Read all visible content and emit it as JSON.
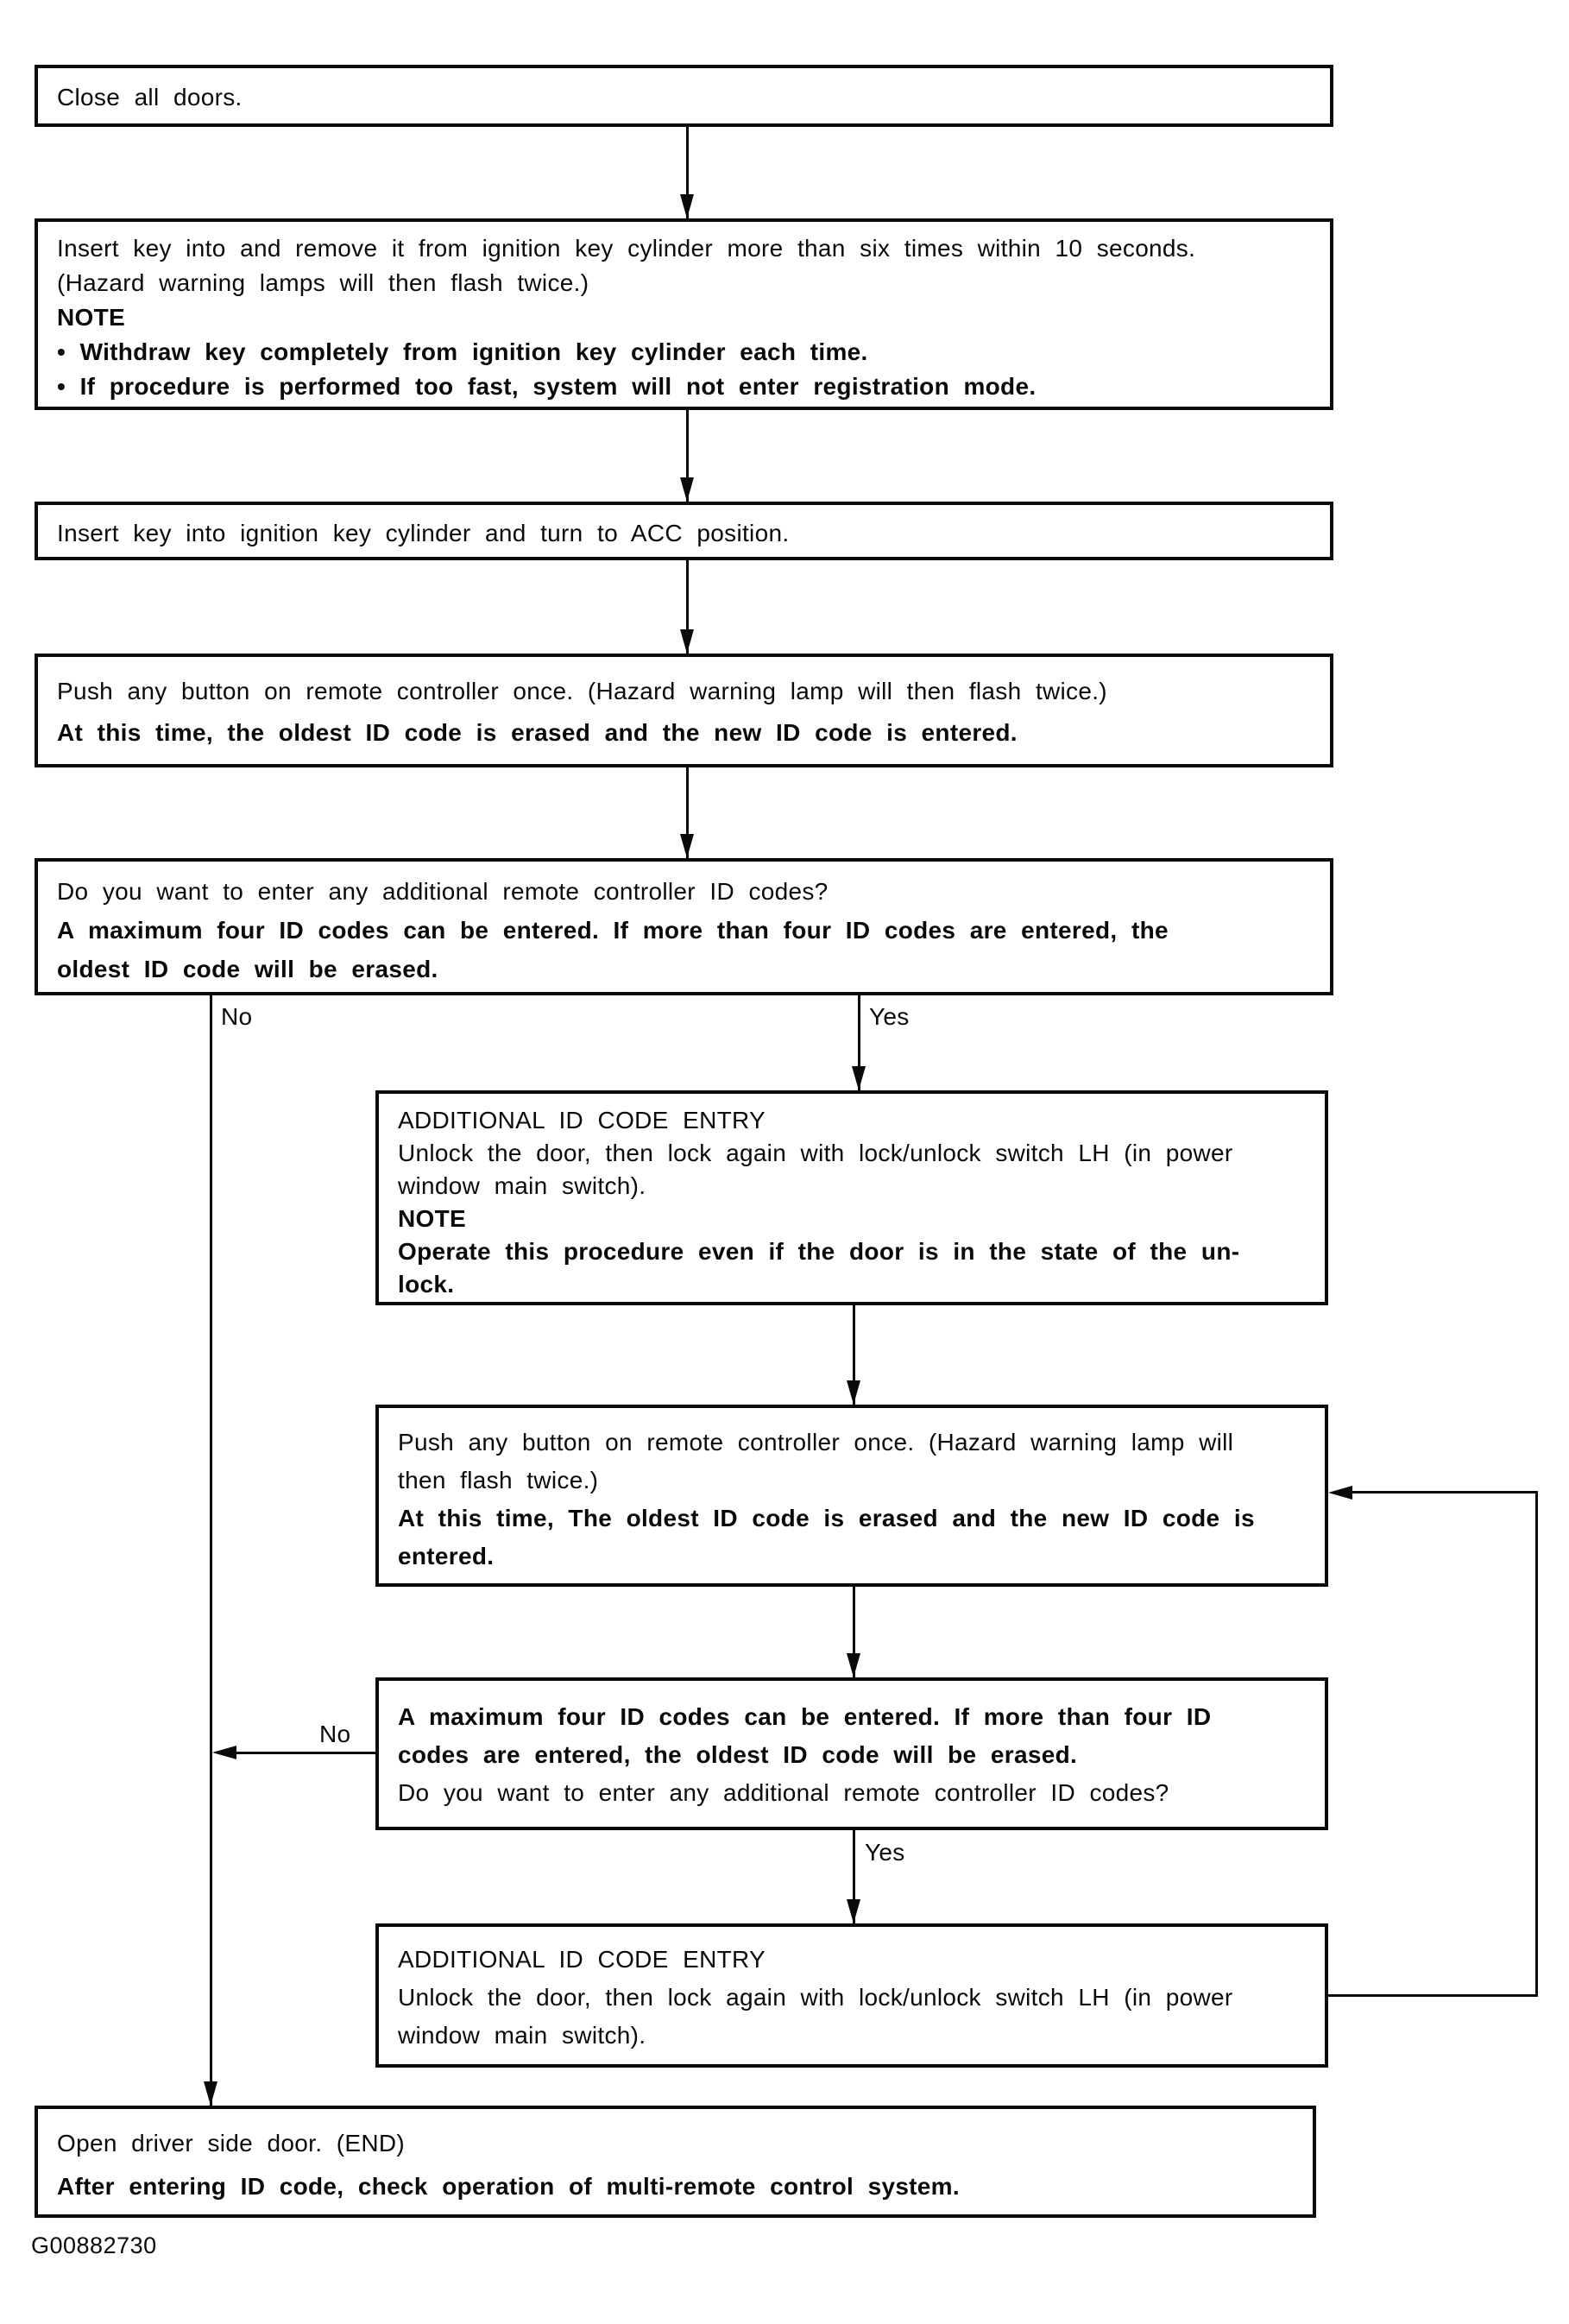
{
  "page": {
    "background_color": "#ffffff",
    "ink_color": "#0a0a0a",
    "figure_code": "G00882730"
  },
  "branch_labels": {
    "no1": "No",
    "yes1": "Yes",
    "no2": "No",
    "yes2": "Yes"
  },
  "boxes": {
    "close_doors": {
      "lines": [
        {
          "text": "Close all doors.",
          "bold": false
        }
      ]
    },
    "insert_remove_key": {
      "lines": [
        {
          "text": "Insert key into and remove it from ignition key cylinder more than six times within 10 seconds.",
          "bold": false
        },
        {
          "text": "(Hazard warning lamps will then flash twice.)",
          "bold": false
        },
        {
          "text": "NOTE",
          "bold": true
        },
        {
          "text": "• Withdraw key completely from ignition key cylinder each time.",
          "bold": true
        },
        {
          "text": "• If procedure is performed too fast, system will not enter registration mode.",
          "bold": true
        }
      ]
    },
    "key_to_acc": {
      "lines": [
        {
          "text": "Insert key into ignition key cylinder and turn to ACC position.",
          "bold": false
        }
      ]
    },
    "push_button_first": {
      "lines": [
        {
          "text": "Push any button on remote controller once. (Hazard warning lamp will then flash twice.)",
          "bold": false
        },
        {
          "text": "At this time, the oldest ID code is erased and the new ID code is entered.",
          "bold": true
        }
      ]
    },
    "decision_additional_1": {
      "lines": [
        {
          "text": "Do you want to enter any additional remote controller ID codes?",
          "bold": false
        },
        {
          "text": "A maximum four ID codes can be entered. If more than four ID codes are entered, the",
          "bold": true
        },
        {
          "text": "oldest ID code will be erased.",
          "bold": true
        }
      ]
    },
    "additional_entry_1": {
      "lines": [
        {
          "text": "ADDITIONAL ID CODE ENTRY",
          "bold": false
        },
        {
          "text": "Unlock the door, then lock again with lock/unlock switch LH (in power",
          "bold": false
        },
        {
          "text": "window main switch).",
          "bold": false
        },
        {
          "text": "NOTE",
          "bold": true
        },
        {
          "text": "Operate this procedure even if the door is in the state of the un-",
          "bold": true
        },
        {
          "text": "lock.",
          "bold": true
        }
      ]
    },
    "push_button_loop": {
      "lines": [
        {
          "text": "Push any button on remote controller once. (Hazard warning lamp will",
          "bold": false
        },
        {
          "text": "then flash twice.)",
          "bold": false
        },
        {
          "text": "At this time, The oldest ID code is erased and the new ID code is",
          "bold": true
        },
        {
          "text": "entered.",
          "bold": true
        }
      ]
    },
    "decision_additional_2": {
      "lines": [
        {
          "text": "A maximum four ID codes can be entered. If more than four ID",
          "bold": true
        },
        {
          "text": "codes are entered, the oldest ID code will be erased.",
          "bold": true
        },
        {
          "text": "Do you want to enter any additional remote controller ID codes?",
          "bold": false
        }
      ]
    },
    "additional_entry_2": {
      "lines": [
        {
          "text": "ADDITIONAL ID CODE ENTRY",
          "bold": false
        },
        {
          "text": "Unlock the door, then lock again with lock/unlock switch LH (in power",
          "bold": false
        },
        {
          "text": "window main switch).",
          "bold": false
        }
      ]
    },
    "open_door_end": {
      "lines": [
        {
          "text": "Open driver side door. (END)",
          "bold": false
        },
        {
          "text": "After entering ID code, check operation of multi-remote control system.",
          "bold": true
        }
      ]
    }
  }
}
